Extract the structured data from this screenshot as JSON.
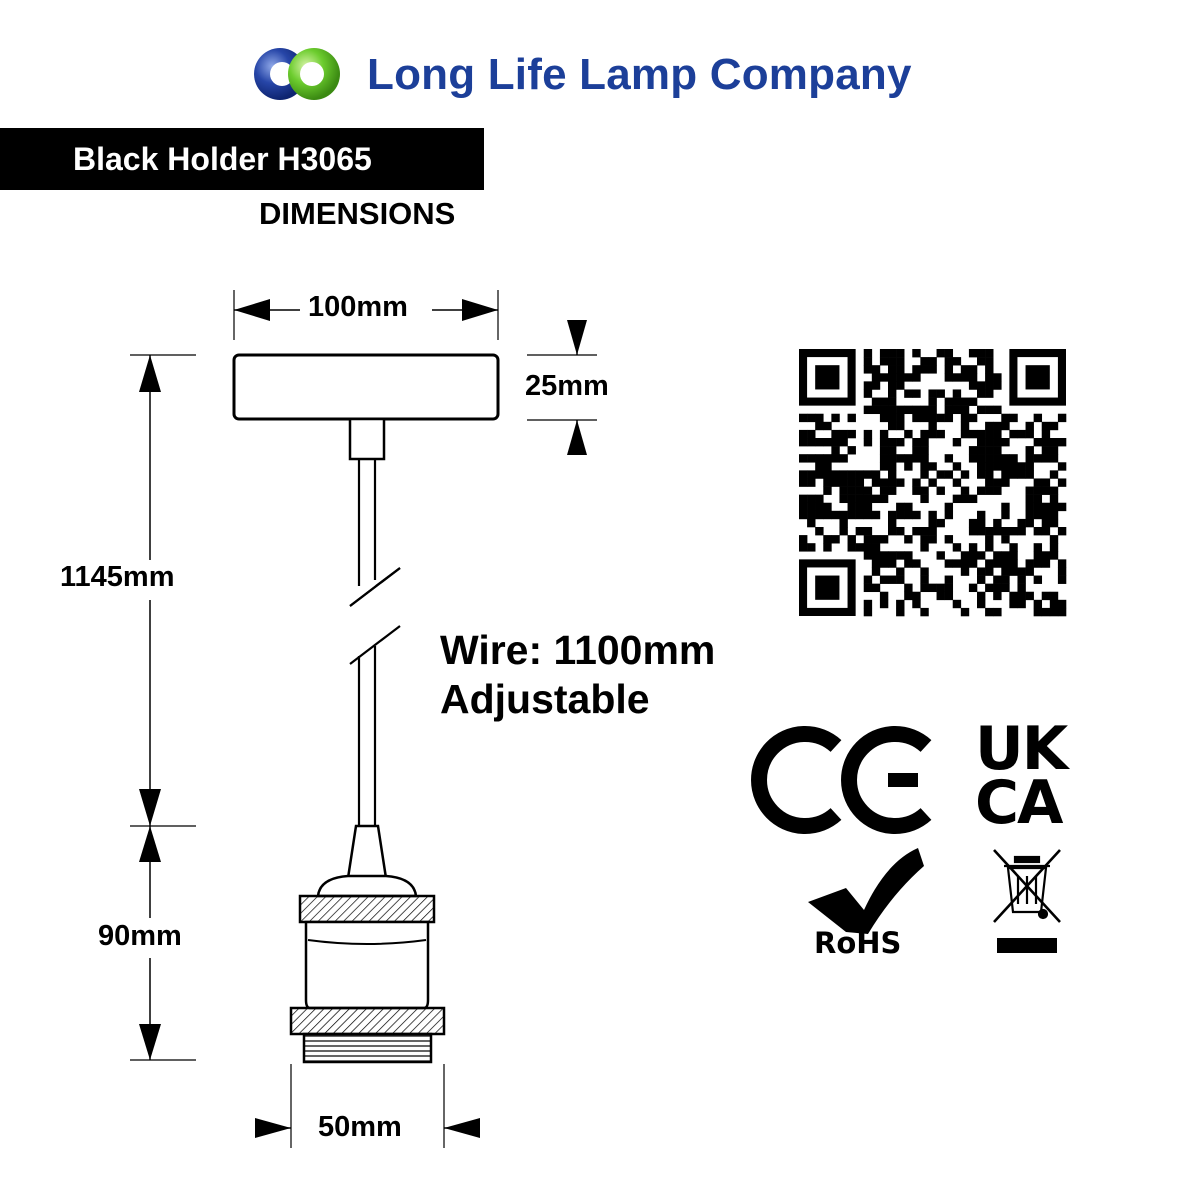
{
  "brand": {
    "name": "Long Life Lamp Company",
    "logo_colors": [
      "#1c3f99",
      "#66cc33"
    ]
  },
  "title": "Black Holder H3065",
  "subtitle": "DIMENSIONS",
  "dimensions": {
    "ceiling_width": "100mm",
    "ceiling_height": "25mm",
    "total_drop": "1145mm",
    "holder_height": "90mm",
    "holder_width": "50mm"
  },
  "wire": {
    "length_text": "Wire: 1100mm",
    "note": "Adjustable"
  },
  "certifications": {
    "ce": "CE",
    "ukca": [
      "UK",
      "CA"
    ],
    "rohs": "RoHS",
    "weee_icon": "crossed-out-wheelie-bin-icon"
  },
  "qr_code": {
    "icon": "qr-code-icon"
  }
}
